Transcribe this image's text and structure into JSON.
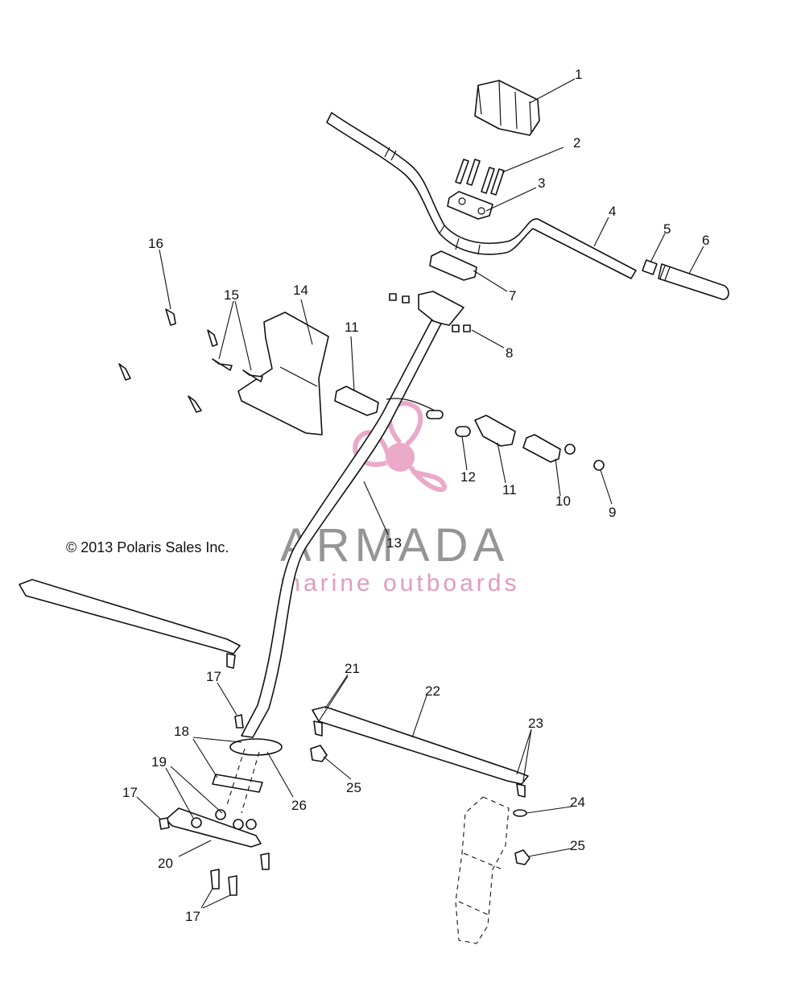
{
  "copyright": "© 2013 Polaris Sales Inc.",
  "watermark": {
    "brand": "ARMADA",
    "tagline": "marine outboards",
    "colors": {
      "brand_text": "#8a8a8a",
      "accent": "#e090b8"
    }
  },
  "callouts": [
    "1",
    "2",
    "3",
    "4",
    "5",
    "6",
    "7",
    "8",
    "9",
    "10",
    "11",
    "11",
    "12",
    "13",
    "14",
    "15",
    "16",
    "17",
    "17",
    "17",
    "18",
    "19",
    "20",
    "21",
    "22",
    "23",
    "24",
    "25",
    "25",
    "26"
  ]
}
